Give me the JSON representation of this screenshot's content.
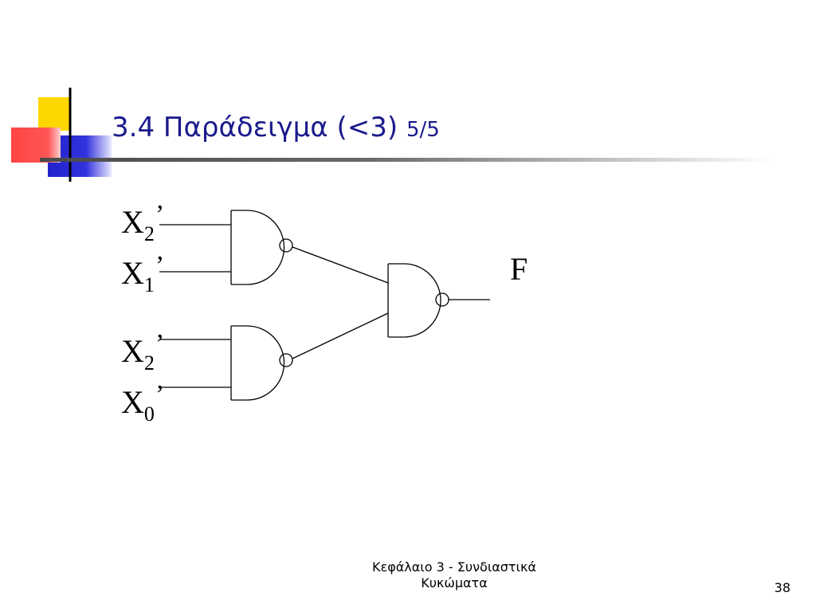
{
  "slide": {
    "title_main": "3.4 Παράδειγμα (<3)",
    "title_page": "5/5",
    "footer_line1": "Κεφάλαιο 3 - Συνδιαστικά",
    "footer_line2": "Κυκώματα",
    "page_number": "38"
  },
  "colors": {
    "title": "#1a1a8c",
    "yellow": "#ffd700",
    "red": "#ff3333",
    "blue": "#2222cc"
  },
  "circuit": {
    "inputs": [
      {
        "var": "X",
        "sub": "2",
        "prime": "’"
      },
      {
        "var": "X",
        "sub": "1",
        "prime": "’"
      },
      {
        "var": "X",
        "sub": "2",
        "prime": "’"
      },
      {
        "var": "X",
        "sub": "0",
        "prime": "’"
      }
    ],
    "output": "F",
    "gates": [
      "NAND",
      "NAND",
      "NAND"
    ]
  }
}
